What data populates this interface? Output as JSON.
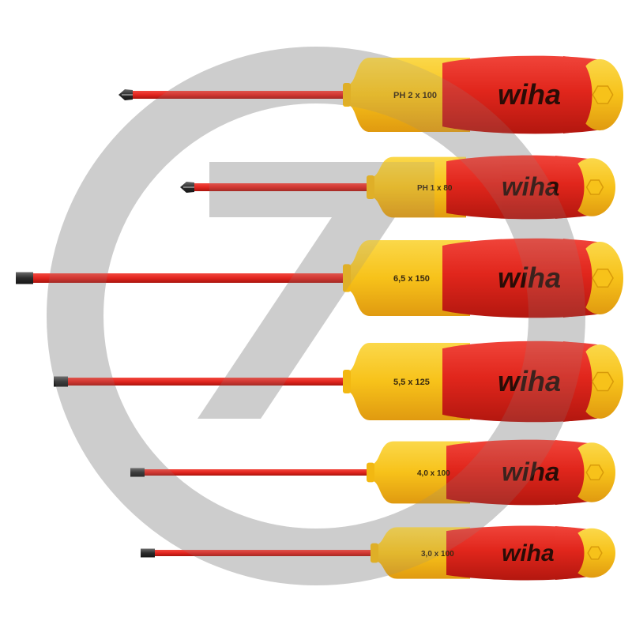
{
  "colors": {
    "handle_red": "#e1261c",
    "handle_red_dark": "#b01812",
    "collar_yellow": "#f7c21a",
    "collar_yellow_dark": "#e59a0c",
    "shaft_red": "#e2251f",
    "tip_metal": "#2b2b2b",
    "watermark_gray": "#d9d9d9",
    "watermark_overlay": "#8c8c8c"
  },
  "brand": "wiha",
  "screwdrivers": [
    {
      "tip_type": "phillips",
      "size_label": "PH 2 x 100"
    },
    {
      "tip_type": "phillips",
      "size_label": "PH 1 x 80"
    },
    {
      "tip_type": "slotted",
      "size_label": "6,5 x 150"
    },
    {
      "tip_type": "slotted",
      "size_label": "5,5 x 125"
    },
    {
      "tip_type": "slotted",
      "size_label": "4,0 x 100"
    },
    {
      "tip_type": "slotted",
      "size_label": "3,0 x 100"
    }
  ],
  "icons": {
    "watermark": "circle-z-watermark-icon",
    "cap": "hexagon-icon"
  }
}
